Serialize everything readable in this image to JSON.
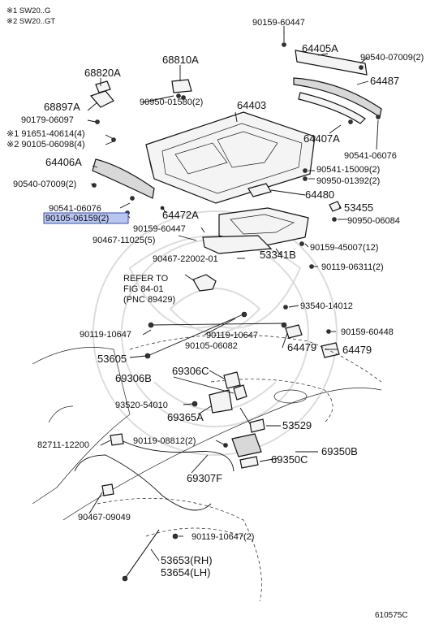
{
  "header": {
    "line1": "※1 SW20..G",
    "line2": "※2 SW20..GT"
  },
  "refer_note": {
    "line1": "REFER TO",
    "line2": "FIG 84-01",
    "line3": "(PNC 89429)"
  },
  "figure_code": "610575C",
  "labels": {
    "p90159_60447_top": "90159-60447",
    "p64405A": "64405A",
    "p90540_07009_2_right": "90540-07009(2)",
    "p64487": "64487",
    "p68820A": "68820A",
    "p68810A": "68810A",
    "p90950_01580_2": "90950-01580(2)",
    "p64403": "64403",
    "p68897A": "68897A",
    "p90179_06097": "90179-06097",
    "p91651_40614_4": "※1 91651-40614(4)",
    "p90105_06098_4": "※2 90105-06098(4)",
    "p64407A": "64407A",
    "p90541_06076_right": "90541-06076",
    "p64406A": "64406A",
    "p90541_15009_2": "90541-15009(2)",
    "p90950_01392_2": "90950-01392(2)",
    "p90540_07009_2_left": "90540-07009(2)",
    "p64480": "64480",
    "p90541_06076_left": "90541-06076",
    "p90105_06159_2": "90105-06159(2)",
    "p64472A": "64472A",
    "p53455": "53455",
    "p90950_06084": "90950-06084",
    "p90159_60447_mid": "90159-60447",
    "p90467_11025_5": "90467-11025(5)",
    "p90159_45007_12": "90159-45007(12)",
    "p90467_22002_01": "90467-22002-01",
    "p53341B": "53341B",
    "p90119_06311_2": "90119-06311(2)",
    "p93540_14012": "93540-14012",
    "p90119_10647_left": "90119-10647",
    "p90119_10647_mid": "90119-10647",
    "p90159_60448": "90159-60448",
    "p90105_06082": "90105-06082",
    "p64479_a": "64479",
    "p64479_b": "64479",
    "p53605": "53605",
    "p69306C": "69306C",
    "p69306B": "69306B",
    "p93520_54010": "93520-54010",
    "p69365A": "69365A",
    "p53529": "53529",
    "p82711_12200": "82711-12200",
    "p90119_08812_2": "90119-08812(2)",
    "p69350B": "69350B",
    "p69350C": "69350C",
    "p69307F": "69307F",
    "p90467_09049": "90467-09049",
    "p90119_10647_2": "90119-10647(2)",
    "p53653_RH": "53653(RH)",
    "p53654_LH": "53654(LH)"
  }
}
